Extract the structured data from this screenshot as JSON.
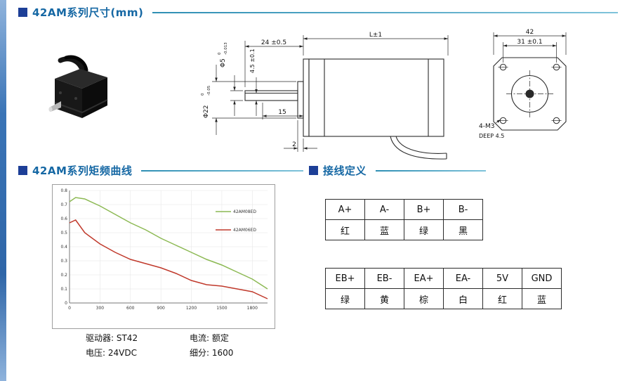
{
  "sections": {
    "dimensions_title": "42AM系列尺寸(mm)",
    "torque_title": "42AM系列矩频曲线",
    "wiring_title": "接线定义"
  },
  "side_drawing": {
    "dim_24": "24 ±0.5",
    "dim_L": "L±1",
    "phi5": "Φ5",
    "phi5_tol_upper": "0",
    "phi5_tol_lower": "-0.013",
    "dim_45": "4.5 ±0.1",
    "phi22": "Φ22",
    "phi22_tol_upper": "0",
    "phi22_tol_lower": "-0.05",
    "dim_15": "15",
    "dim_2": "2"
  },
  "front_drawing": {
    "dim_42": "42",
    "dim_31": "31 ±0.1",
    "thread_label": "4-M3",
    "depth_label": "DEEP 4.5"
  },
  "chart_data": {
    "type": "line",
    "title": "",
    "xlabel": "",
    "ylabel": "",
    "xlim": [
      0,
      1950
    ],
    "ylim": [
      0,
      0.8
    ],
    "x_ticks": [
      0,
      300,
      600,
      900,
      1200,
      1500,
      1800
    ],
    "y_ticks": [
      0,
      0.1,
      0.2,
      0.3,
      0.4,
      0.5,
      0.6,
      0.7,
      0.8
    ],
    "grid": true,
    "legend_position": "right",
    "series": [
      {
        "name": "42AM08ED",
        "color": "#8cb953",
        "x": [
          0,
          60,
          150,
          300,
          450,
          600,
          750,
          900,
          1050,
          1200,
          1350,
          1500,
          1650,
          1800,
          1950
        ],
        "y": [
          0.72,
          0.75,
          0.74,
          0.69,
          0.63,
          0.57,
          0.52,
          0.46,
          0.41,
          0.36,
          0.31,
          0.27,
          0.22,
          0.17,
          0.1
        ]
      },
      {
        "name": "42AM06ED",
        "color": "#c0392b",
        "x": [
          0,
          60,
          150,
          300,
          450,
          600,
          750,
          900,
          1050,
          1200,
          1350,
          1500,
          1650,
          1800,
          1950
        ],
        "y": [
          0.57,
          0.59,
          0.5,
          0.42,
          0.36,
          0.31,
          0.28,
          0.25,
          0.21,
          0.16,
          0.13,
          0.12,
          0.1,
          0.08,
          0.03
        ]
      }
    ]
  },
  "chart_notes": {
    "driver": "驱动器: ST42",
    "voltage": "电压: 24VDC",
    "current": "电流: 额定",
    "subdivision": "细分: 1600"
  },
  "wiring": {
    "table1": {
      "headers": [
        "A+",
        "A-",
        "B+",
        "B-"
      ],
      "colors": [
        "红",
        "蓝",
        "绿",
        "黑"
      ]
    },
    "table2": {
      "headers": [
        "EB+",
        "EB-",
        "EA+",
        "EA-",
        "5V",
        "GND"
      ],
      "colors": [
        "绿",
        "黄",
        "棕",
        "白",
        "红",
        "蓝"
      ]
    }
  }
}
